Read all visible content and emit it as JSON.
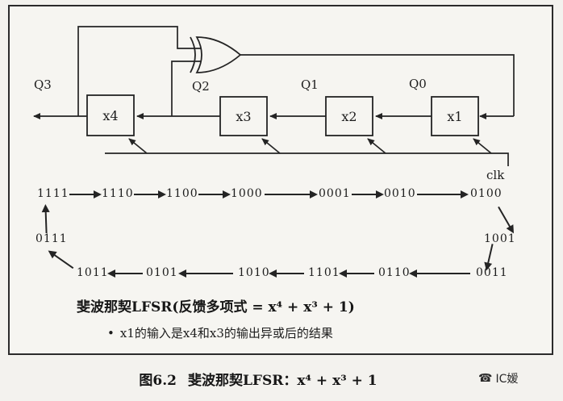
{
  "figure": {
    "caption_label": "图6.2",
    "caption_title": "斐波那契LFSR：x⁴ + x³ + 1",
    "watermark": "IC嫒"
  },
  "circuit": {
    "registers": [
      "x4",
      "x3",
      "x2",
      "x1"
    ],
    "signal_labels": [
      "Q3",
      "Q2",
      "Q1",
      "Q0"
    ],
    "clock_label": "clk"
  },
  "sequence": {
    "top_row": [
      "1111",
      "1110",
      "1100",
      "1000",
      "0001",
      "0010",
      "0100"
    ],
    "right_state": "1001",
    "bottom_row": [
      "1011",
      "0101",
      "1010",
      "1101",
      "0110",
      "0011"
    ],
    "left_state": "0111"
  },
  "notes": {
    "heading": "斐波那契LFSR(反馈多项式 = x⁴ + x³ + 1)",
    "bullet": "•",
    "bullet_text": "x1的输入是x4和x3的输出异或后的结果"
  },
  "icons": {
    "megaphone": "☎"
  },
  "colors": {
    "ink": "#222222",
    "paper": "#f3f2ee"
  }
}
